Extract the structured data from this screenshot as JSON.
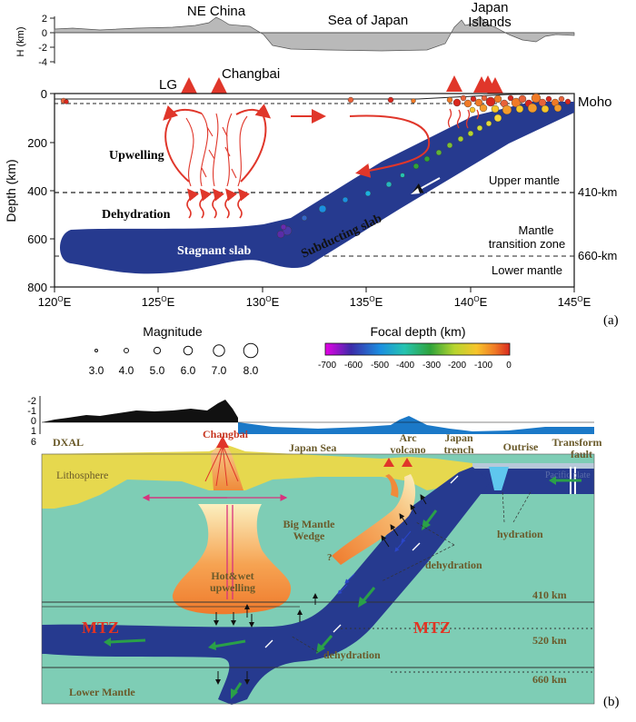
{
  "panel_a": {
    "topo": {
      "ylabel": "H (km)",
      "ticks": [
        "2",
        "0",
        "-2",
        "-4"
      ],
      "regions": [
        "NE China",
        "Sea of Japan",
        "Japan",
        "Islands"
      ]
    },
    "volcano_labels": [
      "LG",
      "Changbai"
    ],
    "xticks": [
      "120",
      "125",
      "130",
      "135",
      "140",
      "145"
    ],
    "xtick_suffix": "E",
    "degree_symbol": "O",
    "yticks": [
      "0",
      "200",
      "400",
      "600",
      "800"
    ],
    "ylabel": "Depth (km)",
    "right_labels": {
      "moho": "Moho",
      "upper_mantle": "Upper mantle",
      "d410": "410-km",
      "mtz_line1": "Mantle",
      "mtz_line2": "transition zone",
      "d660": "660-km",
      "lower_mantle": "Lower mantle"
    },
    "annotations": {
      "upwelling": "Upwelling",
      "dehydration": "Dehydration",
      "stagnant_slab": "Stagnant slab",
      "subducting_slab": "Subducting slab"
    },
    "legend": {
      "magnitude_title": "Magnitude",
      "magnitudes": [
        "3.0",
        "4.0",
        "5.0",
        "6.0",
        "7.0",
        "8.0"
      ],
      "depth_title": "Focal depth (km)",
      "depth_ticks": [
        "-700",
        "-600",
        "-500",
        "-400",
        "-300",
        "-200",
        "-100",
        "0"
      ],
      "depth_colors": [
        "#e600e6",
        "#3b2ba8",
        "#1b8fe0",
        "#25c3b0",
        "#2fa33a",
        "#b6d52f",
        "#f7c52b",
        "#f07a26",
        "#d8281e"
      ]
    },
    "panel_label": "(a)"
  },
  "panel_b": {
    "topo_ticks": [
      "-2",
      "-1",
      "0",
      "1"
    ],
    "depth_tick": "6",
    "labels": {
      "dxal": "DXAL",
      "changbai": "Changbai",
      "japan_sea": "Japan Sea",
      "arc_line1": "Arc",
      "arc_line2": "volcano",
      "trench_line1": "Japan",
      "trench_line2": "trench",
      "outrise": "Outrise",
      "transform_line1": "Transform",
      "transform_line2": "fault",
      "lithosphere": "Lithosphere",
      "pacific_plate": "Pacific plate",
      "hydration": "hydration",
      "big_line1": "Big Mantle",
      "big_line2": "Wedge",
      "hotwet_line1": "Hot&wet",
      "hotwet_line2": "upwelling",
      "dehydration": "dehydration",
      "d410": "410 km",
      "d520": "520 km",
      "d660": "660 km",
      "mtz": "MTZ",
      "lower_mantle": "Lower Mantle",
      "question": "?"
    },
    "panel_label": "(b)"
  },
  "colors": {
    "slab": "#263a8f",
    "mantle": "#7ecdb5",
    "lithosphere": "#e6d84e",
    "upwelling_orange": "#ef7a2c",
    "upwelling_yellow": "#fbf0a6",
    "arrow_red": "#e0362a",
    "arrow_green": "#2aa048",
    "topo_gray": "#b9b9b9",
    "mtz_red": "#e23322"
  }
}
